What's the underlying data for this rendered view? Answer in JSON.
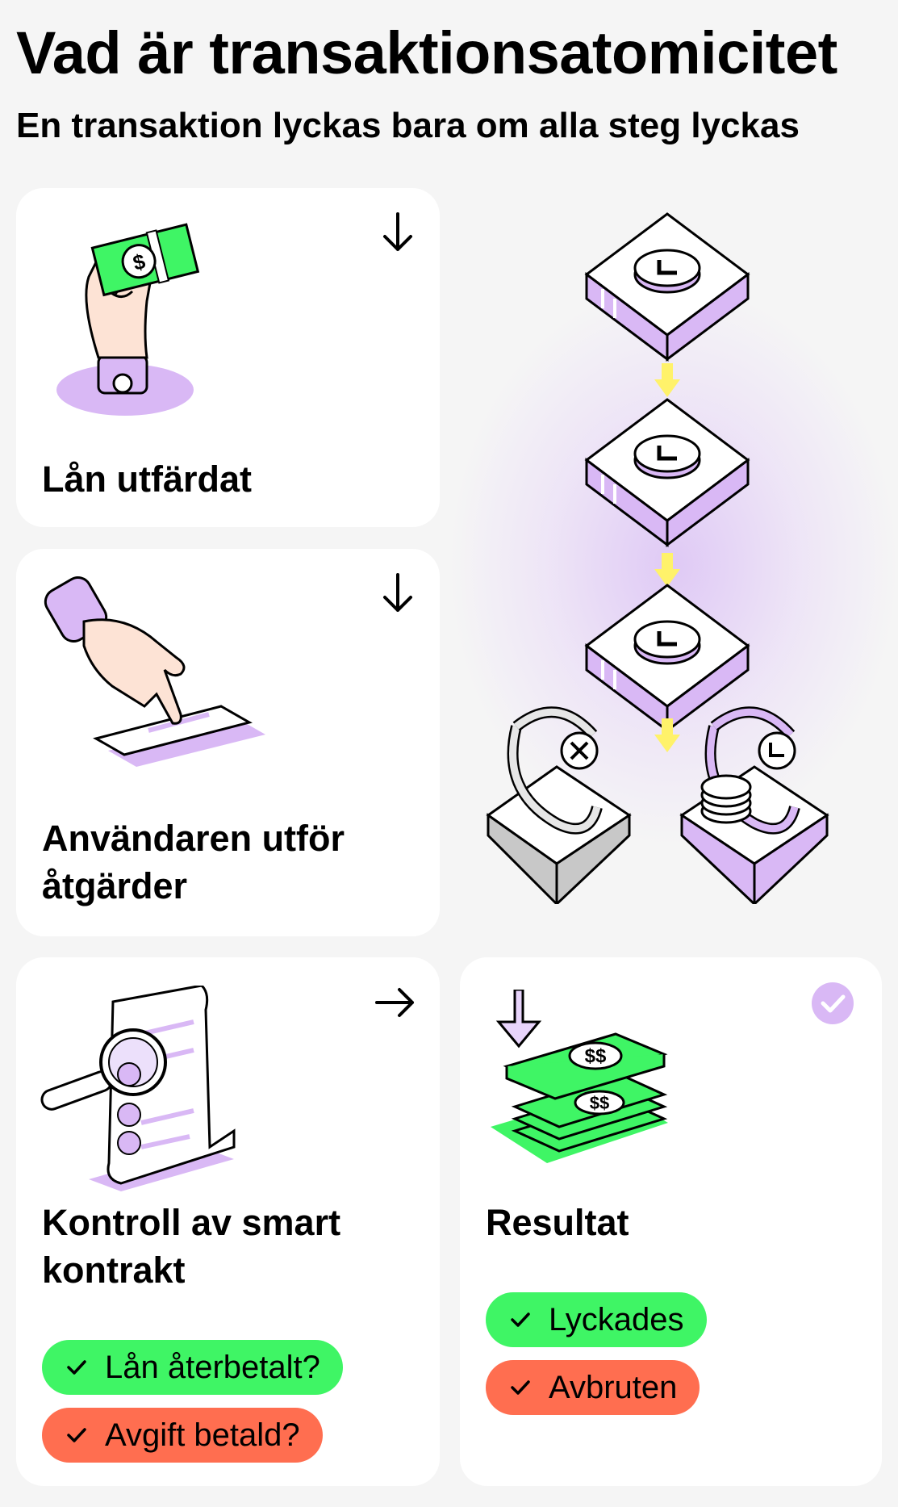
{
  "title": "Vad är transaktionsatomicitet",
  "subtitle": "En transaktion lyckas bara om alla steg lyckas",
  "cards": [
    {
      "title": "Lån utfärdat",
      "arrow": "arrow-down-icon"
    },
    {
      "title_line1": "Användaren utför",
      "title_line2": "åtgärder",
      "arrow": "arrow-down-icon"
    },
    {
      "title_line1": "Kontroll av smart",
      "title_line2": "kontrakt",
      "arrow": "arrow-right-icon",
      "checks": [
        "Lån återbetalt?",
        "Avgift betald?"
      ]
    },
    {
      "title": "Resultat",
      "badge": "check-circle-icon",
      "outcomes": [
        "Lyckades",
        "Avbruten"
      ]
    }
  ],
  "colors": {
    "green": "#3ff565",
    "red": "#ff6e50",
    "purple": "#d9b8f5",
    "yellow": "#fff26a"
  }
}
